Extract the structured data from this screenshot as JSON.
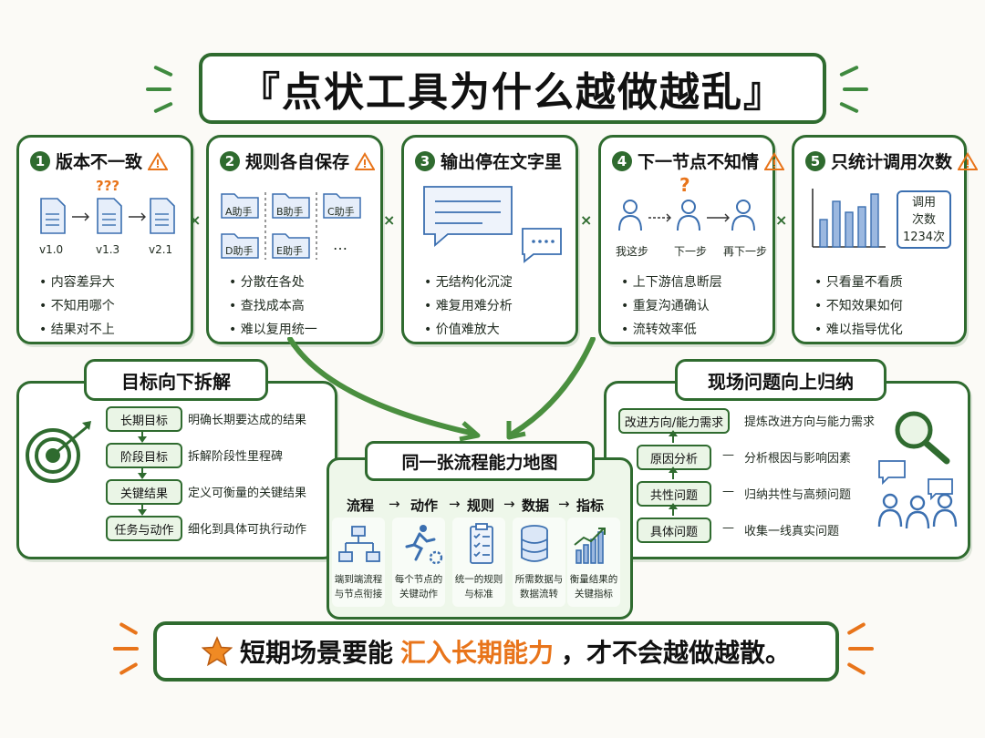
{
  "title": "『点状工具为什么越做越乱』",
  "cards": [
    {
      "num": "1",
      "title": "版本不一致",
      "labels": [
        "v1.0",
        "v1.3",
        "v2.1"
      ],
      "question": "???",
      "bullets": [
        "内容差异大",
        "不知用哪个",
        "结果对不上"
      ]
    },
    {
      "num": "2",
      "title": "规则各自保存",
      "labels": [
        "A助手",
        "B助手",
        "C助手",
        "D助手",
        "E助手",
        "…"
      ],
      "bullets": [
        "分散在各处",
        "查找成本高",
        "难以复用统一"
      ]
    },
    {
      "num": "3",
      "title": "输出停在文字里",
      "labels": [],
      "bullets": [
        "无结构化沉淀",
        "难复用难分析",
        "价值难放大"
      ]
    },
    {
      "num": "4",
      "title": "下一节点不知情",
      "labels": [
        "我这步",
        "下一步",
        "再下一步"
      ],
      "question": "?",
      "bullets": [
        "上下游信息断层",
        "重复沟通确认",
        "流转效率低"
      ]
    },
    {
      "num": "5",
      "title": "只统计调用次数",
      "labels": [
        "调用",
        "次数",
        "1234次"
      ],
      "bullets": [
        "只看量不看质",
        "不知效果如何",
        "难以指导优化"
      ]
    }
  ],
  "left_panel": {
    "title": "目标向下拆解",
    "steps": [
      {
        "label": "长期目标",
        "desc": "明确长期要达成的结果"
      },
      {
        "label": "阶段目标",
        "desc": "拆解阶段性里程碑"
      },
      {
        "label": "关键结果",
        "desc": "定义可衡量的关键结果"
      },
      {
        "label": "任务与动作",
        "desc": "细化到具体可执行动作"
      }
    ]
  },
  "right_panel": {
    "title": "现场问题向上归纳",
    "steps": [
      {
        "label": "改进方向/能力需求",
        "desc": "提炼改进方向与能力需求"
      },
      {
        "label": "原因分析",
        "desc": "分析根因与影响因素"
      },
      {
        "label": "共性问题",
        "desc": "归纳共性与高频问题"
      },
      {
        "label": "具体问题",
        "desc": "收集一线真实问题"
      }
    ]
  },
  "map": {
    "title": "同一张流程能力地图",
    "flow": [
      "流程",
      "动作",
      "规则",
      "数据",
      "指标"
    ],
    "captions": [
      [
        "端到端流程",
        "与节点衔接"
      ],
      [
        "每个节点的",
        "关键动作"
      ],
      [
        "统一的规则",
        "与标准"
      ],
      [
        "所需数据与",
        "数据流转"
      ],
      [
        "衡量结果的",
        "关键指标"
      ]
    ]
  },
  "banner": {
    "pre": "短期场景要能",
    "highlight": "汇入长期能力",
    "post": "，才不会越做越散。"
  },
  "colors": {
    "green": "#2f6b2f",
    "orange": "#e8741a",
    "blue": "#3b6fb0",
    "light_green": "#eaf5e6"
  }
}
